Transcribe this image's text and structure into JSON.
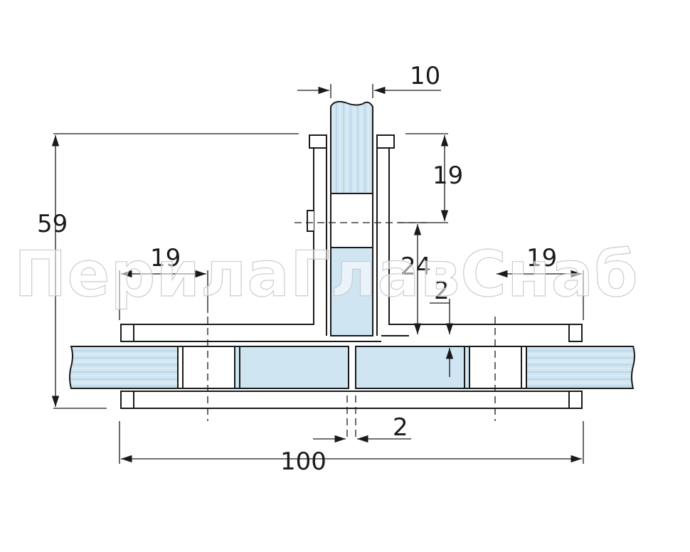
{
  "dimensions": {
    "glass_thickness": "10",
    "clamp_height_top": "19",
    "total_height": "59",
    "stem_height": "24",
    "left_clamp_width": "19",
    "right_clamp_width": "19",
    "small_offset_right": "2",
    "gap_width": "2",
    "total_width": "100"
  },
  "watermark": "ПерилаГлавСнаб",
  "colors": {
    "glass": "#cfe5f2",
    "glass_edge": "#a9c7da",
    "line": "#1a1a1a",
    "background": "#ffffff"
  }
}
